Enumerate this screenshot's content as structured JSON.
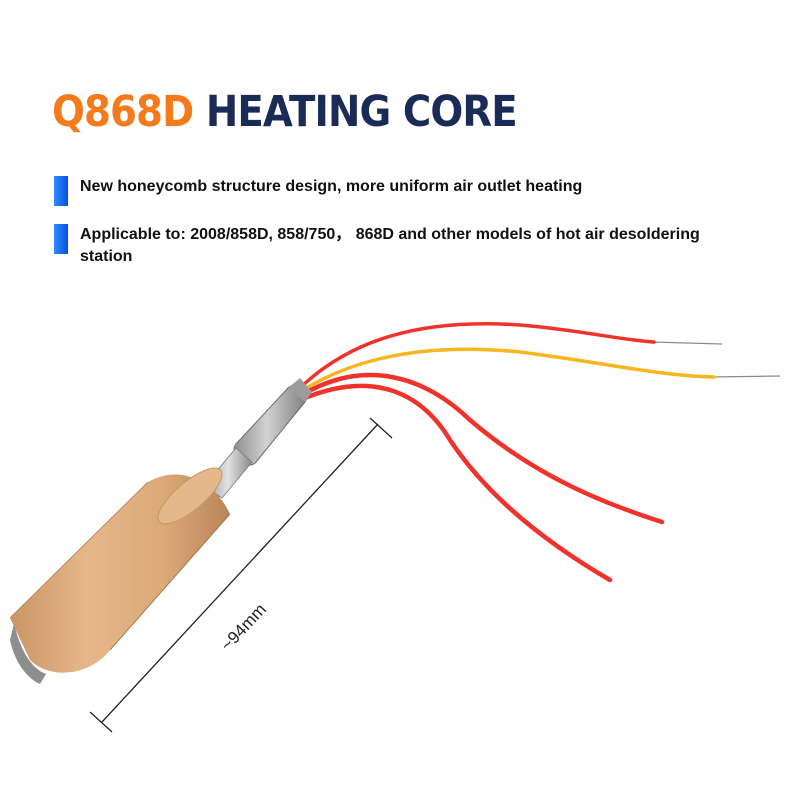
{
  "title": {
    "model": "Q868D",
    "rest": "HEATING CORE"
  },
  "bullets": [
    "New honeycomb structure design, more uniform air outlet heating",
    "Applicable to: 2008/858D, 858/750， 868D and other models of hot air desoldering station"
  ],
  "dimension": {
    "label": "~94mm"
  },
  "colors": {
    "model": "#f47a1c",
    "title": "#1a2b57",
    "bullet_mark": "#1f6fff",
    "wire_red": "#f0322a",
    "wire_yellow": "#f7b51e",
    "ceramic": "#dca978"
  }
}
